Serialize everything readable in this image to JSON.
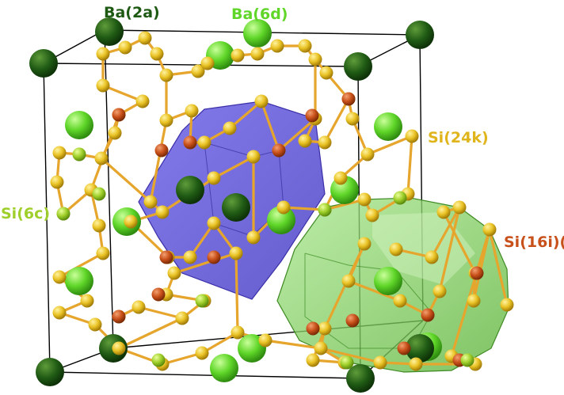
{
  "labels": {
    "ba_2a": "Ba(2a)",
    "ba_6d": "Ba(6d)",
    "si_24k": "Si(24k)",
    "si_6c": "Si(6c)",
    "si_16i": "Si(16i)("
  },
  "colors": {
    "ba_2a": "#1f5a14",
    "ba_6d": "#5fd628",
    "si_24k": "#e9c224",
    "si_6c": "#9fcf2a",
    "si_16i": "#c8501a",
    "bond": "#e6a52c",
    "cage_blue": "#5a4fd6",
    "cage_green": "#7fcf5c",
    "cell_edge": "#000000"
  }
}
